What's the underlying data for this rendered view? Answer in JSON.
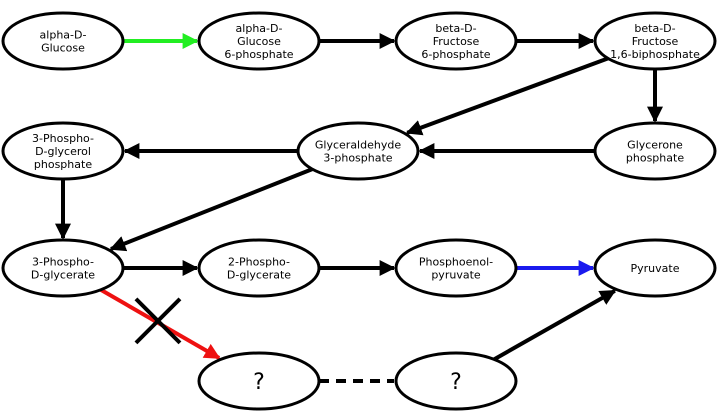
{
  "diagram": {
    "nodes": [
      {
        "id": "alpha-d-glucose",
        "lines": [
          "alpha-D-",
          "Glucose"
        ]
      },
      {
        "id": "alpha-d-glucose-6-phosphate",
        "lines": [
          "alpha-D-",
          "Glucose",
          "6-phosphate"
        ]
      },
      {
        "id": "beta-d-fructose-6-phosphate",
        "lines": [
          "beta-D-",
          "Fructose",
          "6-phosphate"
        ]
      },
      {
        "id": "beta-d-fructose-1-6-biphosphate",
        "lines": [
          "beta-D-",
          "Fructose",
          "1,6-biphosphate"
        ]
      },
      {
        "id": "3-phospho-d-glycerol-phosphate",
        "lines": [
          "3-Phospho-",
          "D-glycerol",
          "phosphate"
        ]
      },
      {
        "id": "glyceraldehyde-3-phosphate",
        "lines": [
          "Glyceraldehyde",
          "3-phosphate"
        ]
      },
      {
        "id": "glycerone-phosphate",
        "lines": [
          "Glycerone",
          "phosphate"
        ]
      },
      {
        "id": "3-phospho-d-glycerate",
        "lines": [
          "3-Phospho-",
          "D-glycerate"
        ]
      },
      {
        "id": "2-phospho-d-glycerate",
        "lines": [
          "2-Phospho-",
          "D-glycerate"
        ]
      },
      {
        "id": "phosphoenol-pyruvate",
        "lines": [
          "Phosphoenol-",
          "pyruvate"
        ]
      },
      {
        "id": "pyruvate",
        "lines": [
          "Pyruvate"
        ]
      },
      {
        "id": "unknown-1",
        "lines": [
          "?"
        ],
        "big": true
      },
      {
        "id": "unknown-2",
        "lines": [
          "?"
        ],
        "big": true
      }
    ],
    "edges": [
      {
        "from": "alpha-d-glucose",
        "to": "alpha-d-glucose-6-phosphate",
        "color": "#22ee22",
        "style": "solid"
      },
      {
        "from": "alpha-d-glucose-6-phosphate",
        "to": "beta-d-fructose-6-phosphate",
        "color": "#000000",
        "style": "solid"
      },
      {
        "from": "beta-d-fructose-6-phosphate",
        "to": "beta-d-fructose-1-6-biphosphate",
        "color": "#000000",
        "style": "solid"
      },
      {
        "from": "beta-d-fructose-1-6-biphosphate",
        "to": "glyceraldehyde-3-phosphate",
        "color": "#000000",
        "style": "solid"
      },
      {
        "from": "beta-d-fructose-1-6-biphosphate",
        "to": "glycerone-phosphate",
        "color": "#000000",
        "style": "solid"
      },
      {
        "from": "glycerone-phosphate",
        "to": "glyceraldehyde-3-phosphate",
        "color": "#000000",
        "style": "solid"
      },
      {
        "from": "glyceraldehyde-3-phosphate",
        "to": "3-phospho-d-glycerol-phosphate",
        "color": "#000000",
        "style": "solid"
      },
      {
        "from": "3-phospho-d-glycerol-phosphate",
        "to": "3-phospho-d-glycerate",
        "color": "#000000",
        "style": "solid"
      },
      {
        "from": "glyceraldehyde-3-phosphate",
        "to": "3-phospho-d-glycerate",
        "color": "#000000",
        "style": "solid"
      },
      {
        "from": "3-phospho-d-glycerate",
        "to": "2-phospho-d-glycerate",
        "color": "#000000",
        "style": "solid"
      },
      {
        "from": "2-phospho-d-glycerate",
        "to": "phosphoenol-pyruvate",
        "color": "#000000",
        "style": "solid"
      },
      {
        "from": "phosphoenol-pyruvate",
        "to": "pyruvate",
        "color": "#1a1aee",
        "style": "solid"
      },
      {
        "from": "3-phospho-d-glycerate",
        "to": "unknown-1",
        "color": "#ee1111",
        "style": "solid",
        "blocked": true
      },
      {
        "from": "unknown-1",
        "to": "unknown-2",
        "color": "#000000",
        "style": "dashed",
        "arrowhead": false
      },
      {
        "from": "unknown-2",
        "to": "pyruvate",
        "color": "#000000",
        "style": "solid"
      }
    ]
  }
}
